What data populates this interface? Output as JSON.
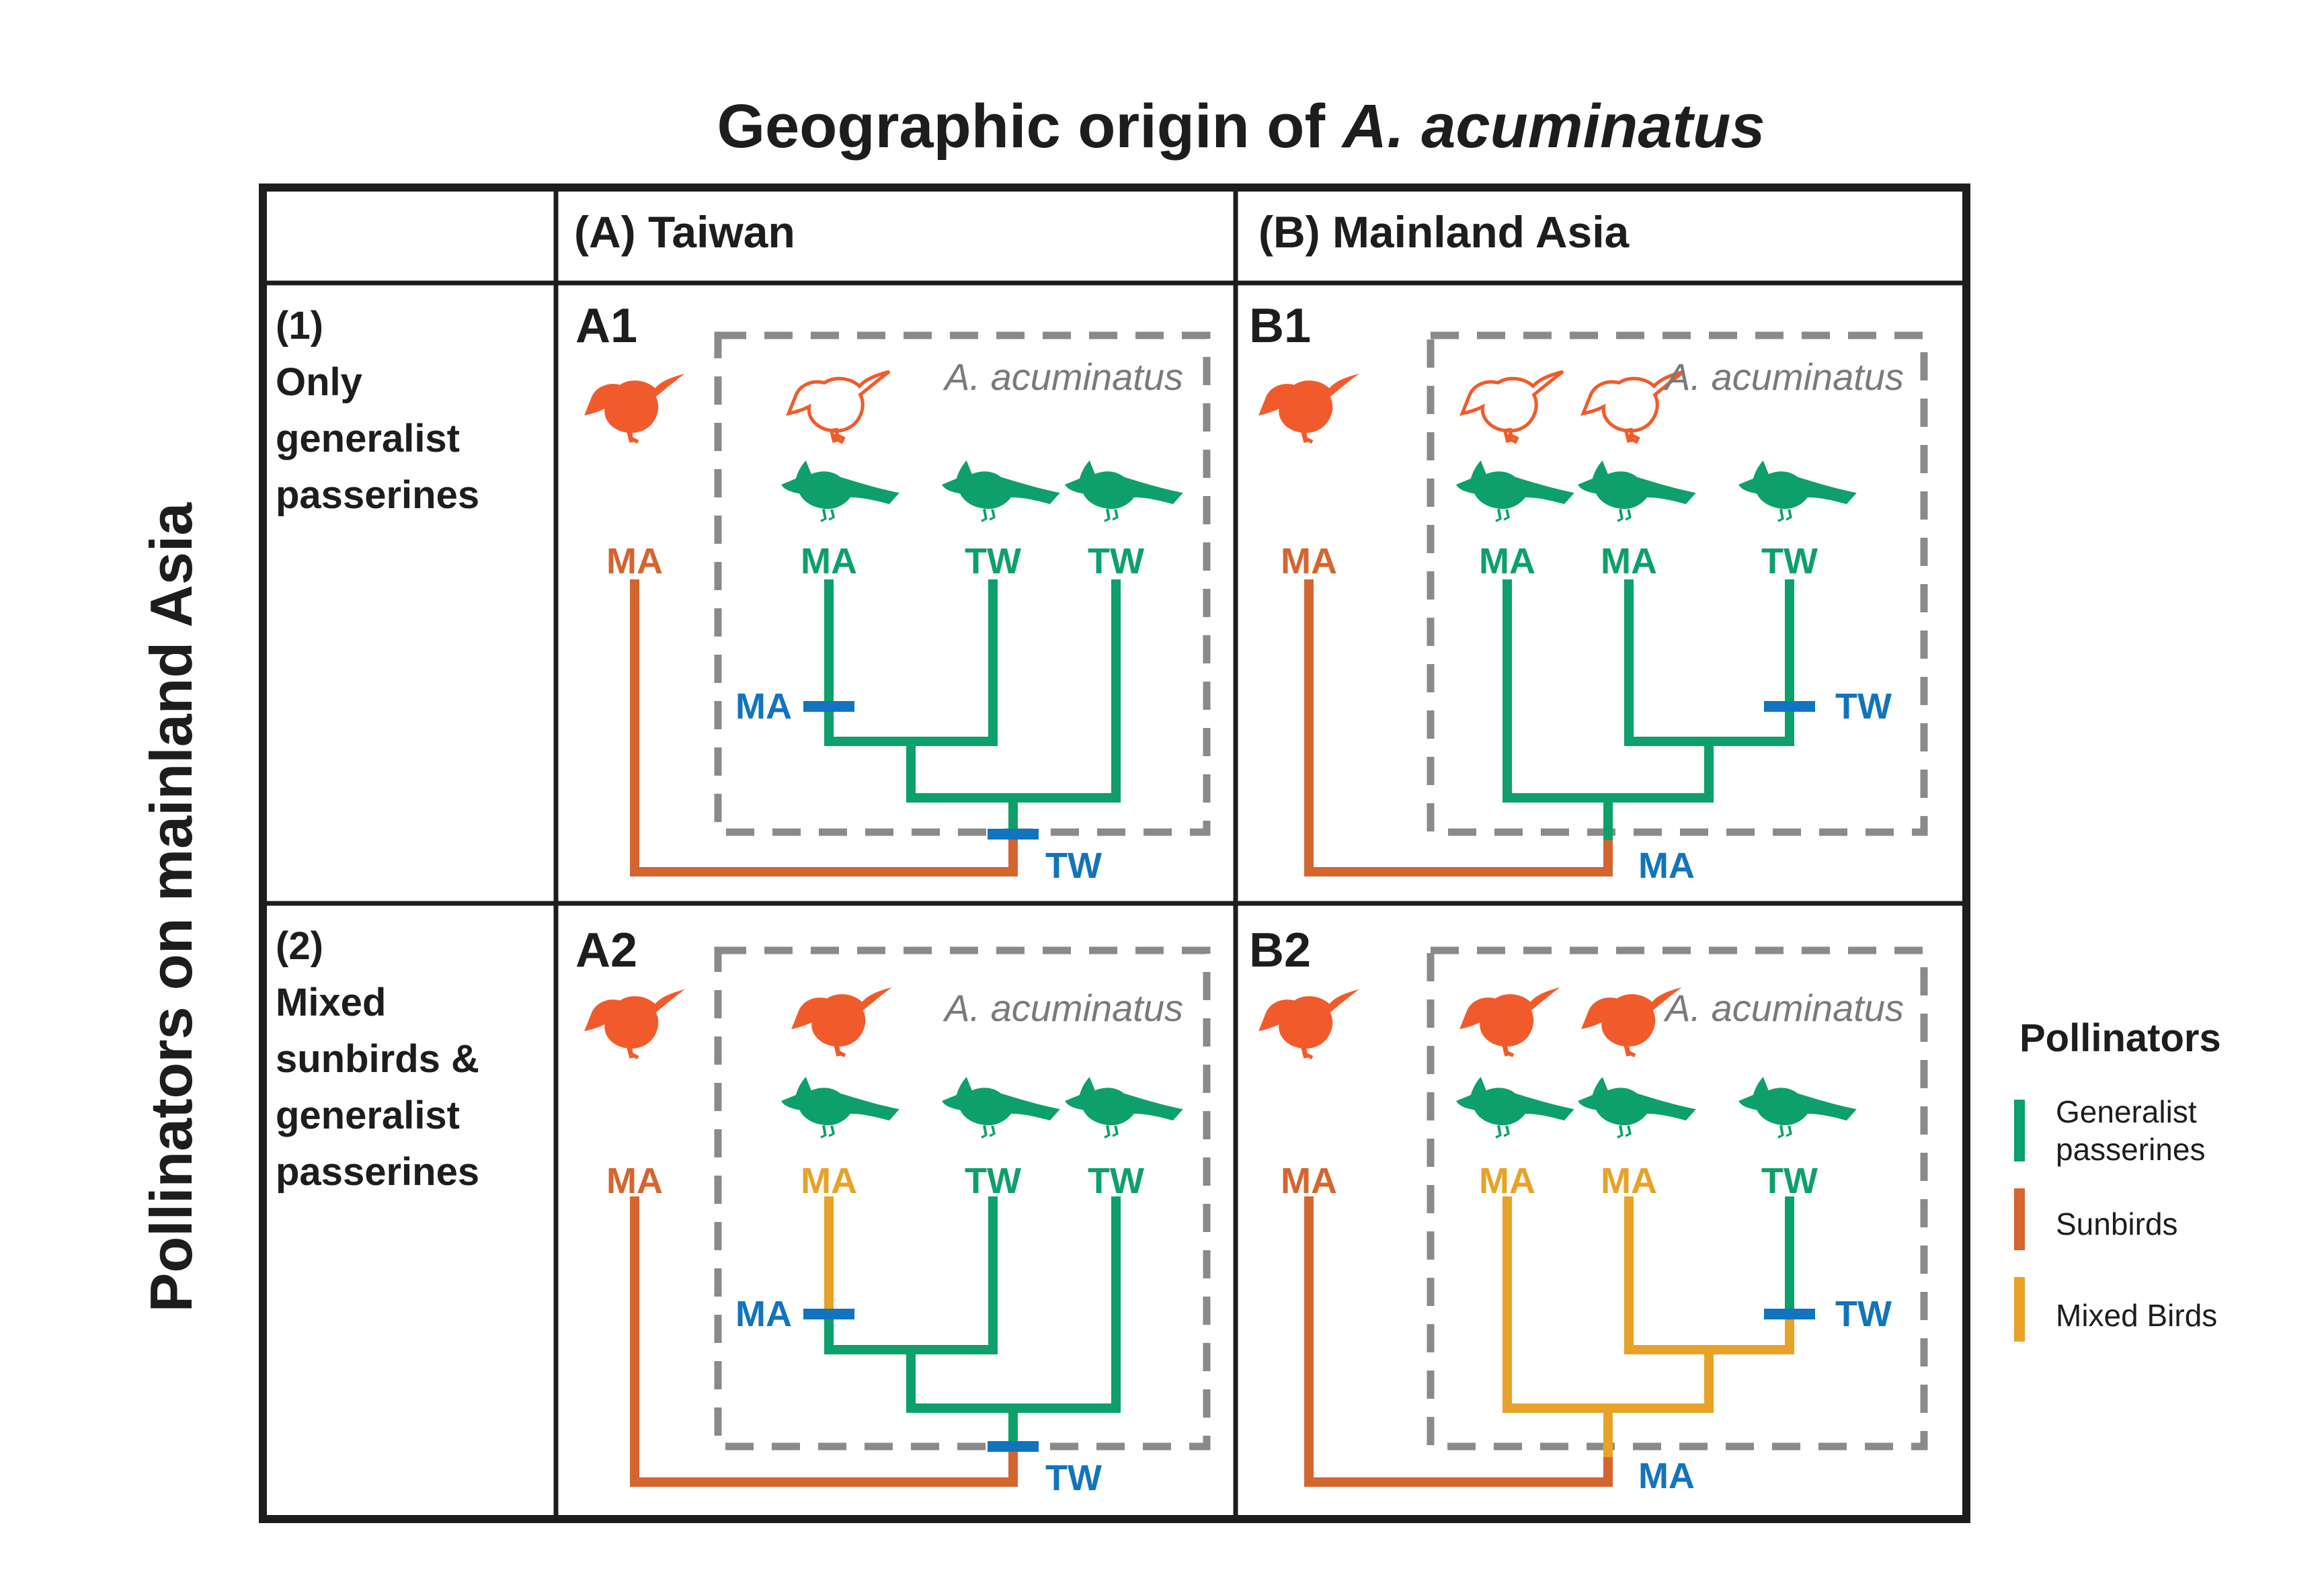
{
  "colors": {
    "green": "#0DA06A",
    "sunbird_branch": "#D4652F",
    "sunbird_icon": "#F15B2B",
    "mixed": "#E8A227",
    "blue": "#1274BC",
    "grid": "#1D1D1B",
    "dashed_gray": "#8A8A8A",
    "species_gray": "#7A7A7A",
    "text": "#1D1D1B"
  },
  "title": {
    "prefix": "Geographic origin of ",
    "species": "A. acuminatus"
  },
  "row_axis_label": "Pollinators on mainland Asia",
  "columns": [
    {
      "label": "(A) Taiwan"
    },
    {
      "label": "(B) Mainland Asia"
    }
  ],
  "rows": [
    {
      "label_lines": [
        "(1)",
        "Only",
        "generalist",
        "passerines"
      ]
    },
    {
      "label_lines": [
        "(2)",
        "Mixed",
        "sunbirds &",
        "generalist",
        "passerines"
      ]
    }
  ],
  "species_box_label": "A. acuminatus",
  "panels": [
    {
      "id": "A1",
      "outgroup_label": "MA",
      "tips": [
        {
          "label": "MA",
          "color": "green"
        },
        {
          "label": "TW",
          "color": "green"
        },
        {
          "label": "TW",
          "color": "green"
        }
      ],
      "ticks": [
        {
          "label": "MA"
        },
        {
          "label": "TW"
        }
      ]
    },
    {
      "id": "B1",
      "outgroup_label": "MA",
      "tips": [
        {
          "label": "MA",
          "color": "green"
        },
        {
          "label": "MA",
          "color": "green"
        },
        {
          "label": "TW",
          "color": "green"
        }
      ],
      "ticks": [
        {
          "label": "TW"
        },
        {
          "label": "MA"
        }
      ]
    },
    {
      "id": "A2",
      "outgroup_label": "MA",
      "tips": [
        {
          "label": "MA",
          "color": "mixed"
        },
        {
          "label": "TW",
          "color": "green"
        },
        {
          "label": "TW",
          "color": "green"
        }
      ],
      "ticks": [
        {
          "label": "MA"
        },
        {
          "label": "TW"
        }
      ]
    },
    {
      "id": "B2",
      "outgroup_label": "MA",
      "tips": [
        {
          "label": "MA",
          "color": "mixed"
        },
        {
          "label": "MA",
          "color": "mixed"
        },
        {
          "label": "TW",
          "color": "green"
        }
      ],
      "ticks": [
        {
          "label": "TW"
        },
        {
          "label": "MA"
        }
      ]
    }
  ],
  "legend": {
    "title": "Pollinators",
    "items": [
      {
        "label": "Generalist\npasserines",
        "color_key": "green"
      },
      {
        "label": "Sunbirds",
        "color_key": "sunbird_branch"
      },
      {
        "label": "Mixed Birds",
        "color_key": "mixed"
      }
    ]
  }
}
